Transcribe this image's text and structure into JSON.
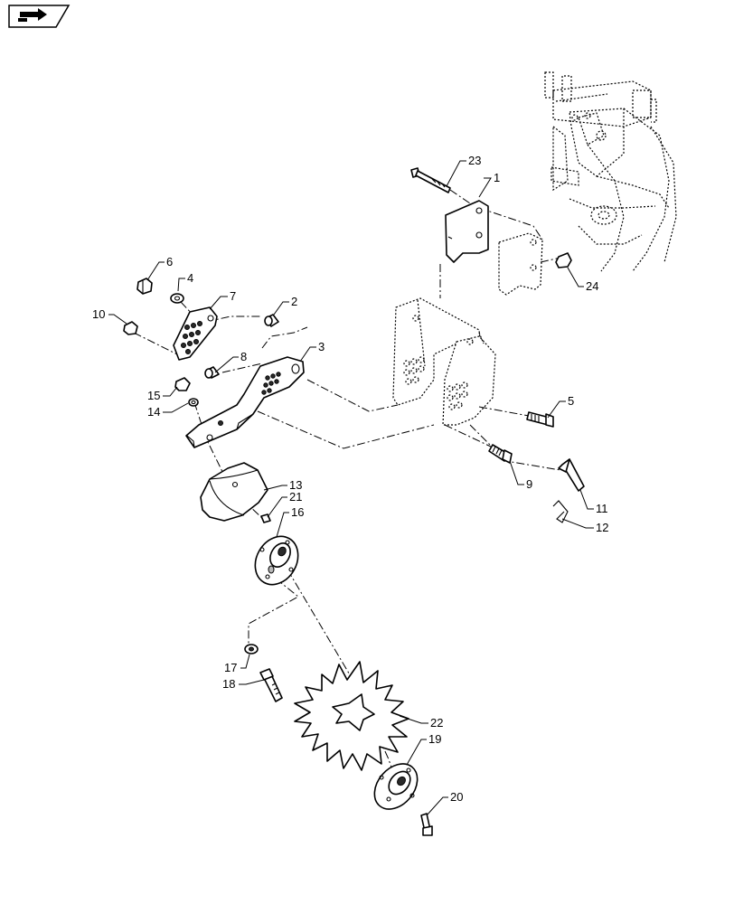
{
  "header": {
    "nav_icon": "arrow-right-icon",
    "colors": {
      "line": "#000000",
      "background": "#ffffff"
    }
  },
  "callouts": [
    "1",
    "2",
    "3",
    "4",
    "5",
    "6",
    "7",
    "8",
    "9",
    "10",
    "11",
    "12",
    "13",
    "14",
    "15",
    "16",
    "17",
    "18",
    "19",
    "20",
    "21",
    "22",
    "23",
    "24"
  ]
}
